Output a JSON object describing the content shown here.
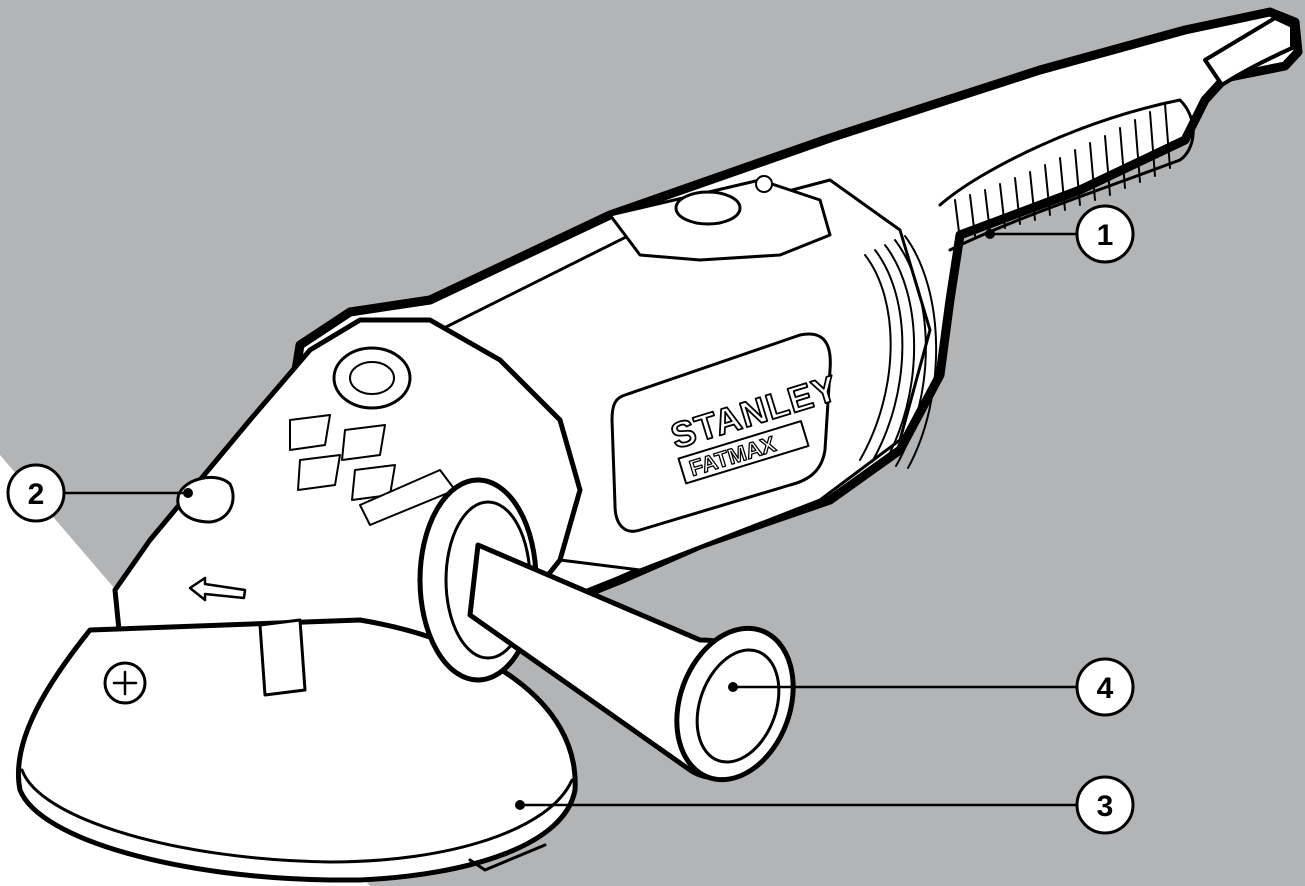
{
  "figure": {
    "background_color": "#b3b4b6",
    "tool_fill": "#ffffff",
    "line_color": "#000000",
    "brand": {
      "name": "STANLEY",
      "sub": "FATMAX"
    },
    "callouts": [
      {
        "id": "1",
        "label": "1"
      },
      {
        "id": "2",
        "label": "2"
      },
      {
        "id": "3",
        "label": "3"
      },
      {
        "id": "4",
        "label": "4"
      }
    ]
  }
}
